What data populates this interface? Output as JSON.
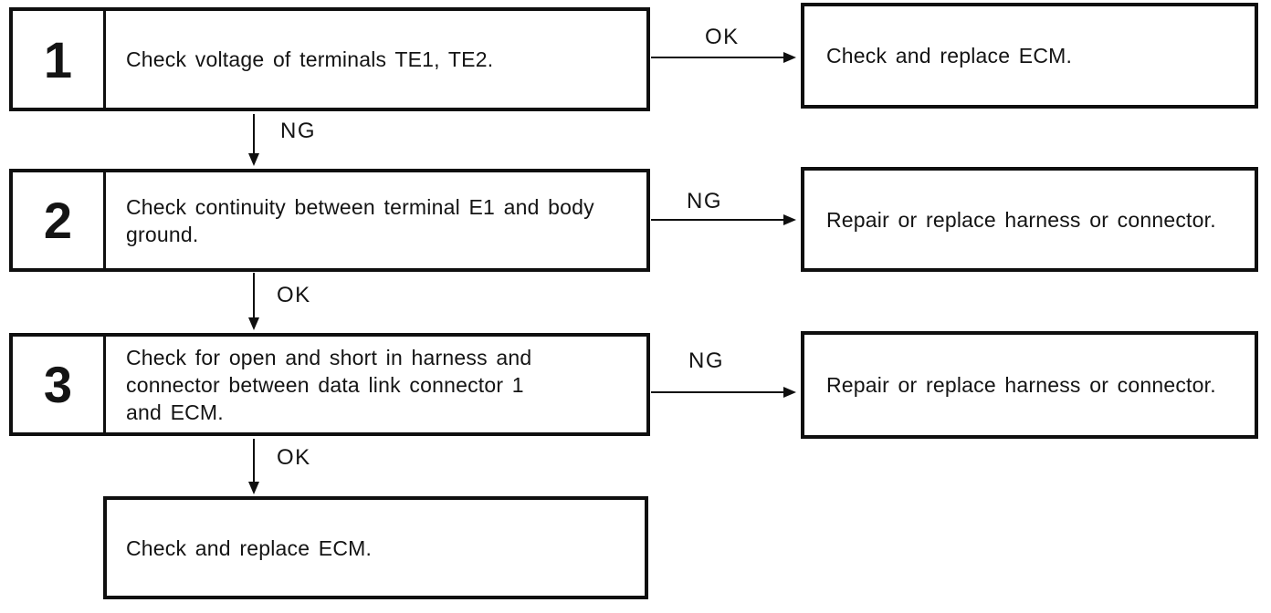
{
  "colors": {
    "ink": "#0f0f0f",
    "paper": "#ffffff"
  },
  "flowchart": {
    "steps": [
      {
        "number": "1",
        "text": "Check voltage of terminals TE1, TE2."
      },
      {
        "number": "2",
        "text": "Check continuity between terminal E1 and body\nground."
      },
      {
        "number": "3",
        "text": "Check for open and short in harness and\nconnector between data link connector 1\nand ECM."
      }
    ],
    "results": [
      {
        "text": "Check and replace ECM."
      },
      {
        "text": "Repair or replace harness or connector."
      },
      {
        "text": "Repair or replace harness or connector."
      }
    ],
    "final_step": {
      "text": "Check and replace ECM."
    },
    "branch_labels": {
      "down": [
        "NG",
        "OK",
        "OK"
      ],
      "right": [
        "OK",
        "NG",
        "NG"
      ]
    }
  }
}
